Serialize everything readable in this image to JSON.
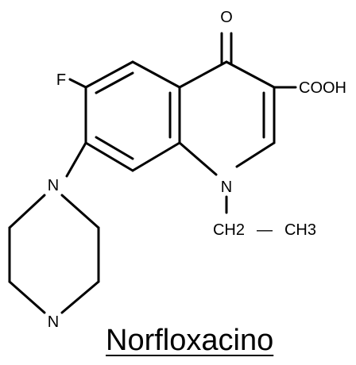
{
  "molecule": {
    "name": "Norfloxacino",
    "atoms": {
      "carbonyl_oxygen": "O",
      "carboxyl_group": "COOH",
      "fluorine": "F",
      "ring_nitrogen": "N",
      "piperazine_nitrogen_top": "N",
      "piperazine_nitrogen_bottom": "N",
      "ethyl_ch2": "CH2",
      "ethyl_dash": "—",
      "ethyl_ch3": "CH3"
    }
  }
}
